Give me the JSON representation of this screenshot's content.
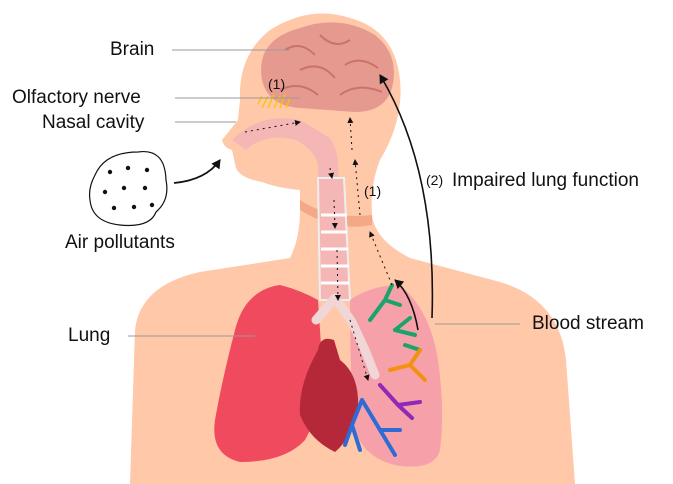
{
  "labels": {
    "brain": "Brain",
    "olfactory_nerve": "Olfactory nerve",
    "nasal_cavity": "Nasal cavity",
    "air_pollutants": "Air pollutants",
    "lung": "Lung",
    "blood_stream": "Blood stream",
    "impaired_lung_function": "Impaired lung function",
    "pathway_1_top": "(1)",
    "pathway_1_neck": "(1)",
    "pathway_2": "(2)"
  },
  "colors": {
    "skin": "#ffc8a8",
    "skin_dark": "#f4a886",
    "brain": "#e69a8f",
    "lung": "#f04a5e",
    "trachea": "#f5b6b6",
    "heart": "#b5283a",
    "vessel_green": "#1aa36b",
    "vessel_orange": "#f39110",
    "vessel_purple": "#8e2ab5",
    "vessel_blue": "#2f6bd4",
    "nerve": "#f7c400"
  }
}
